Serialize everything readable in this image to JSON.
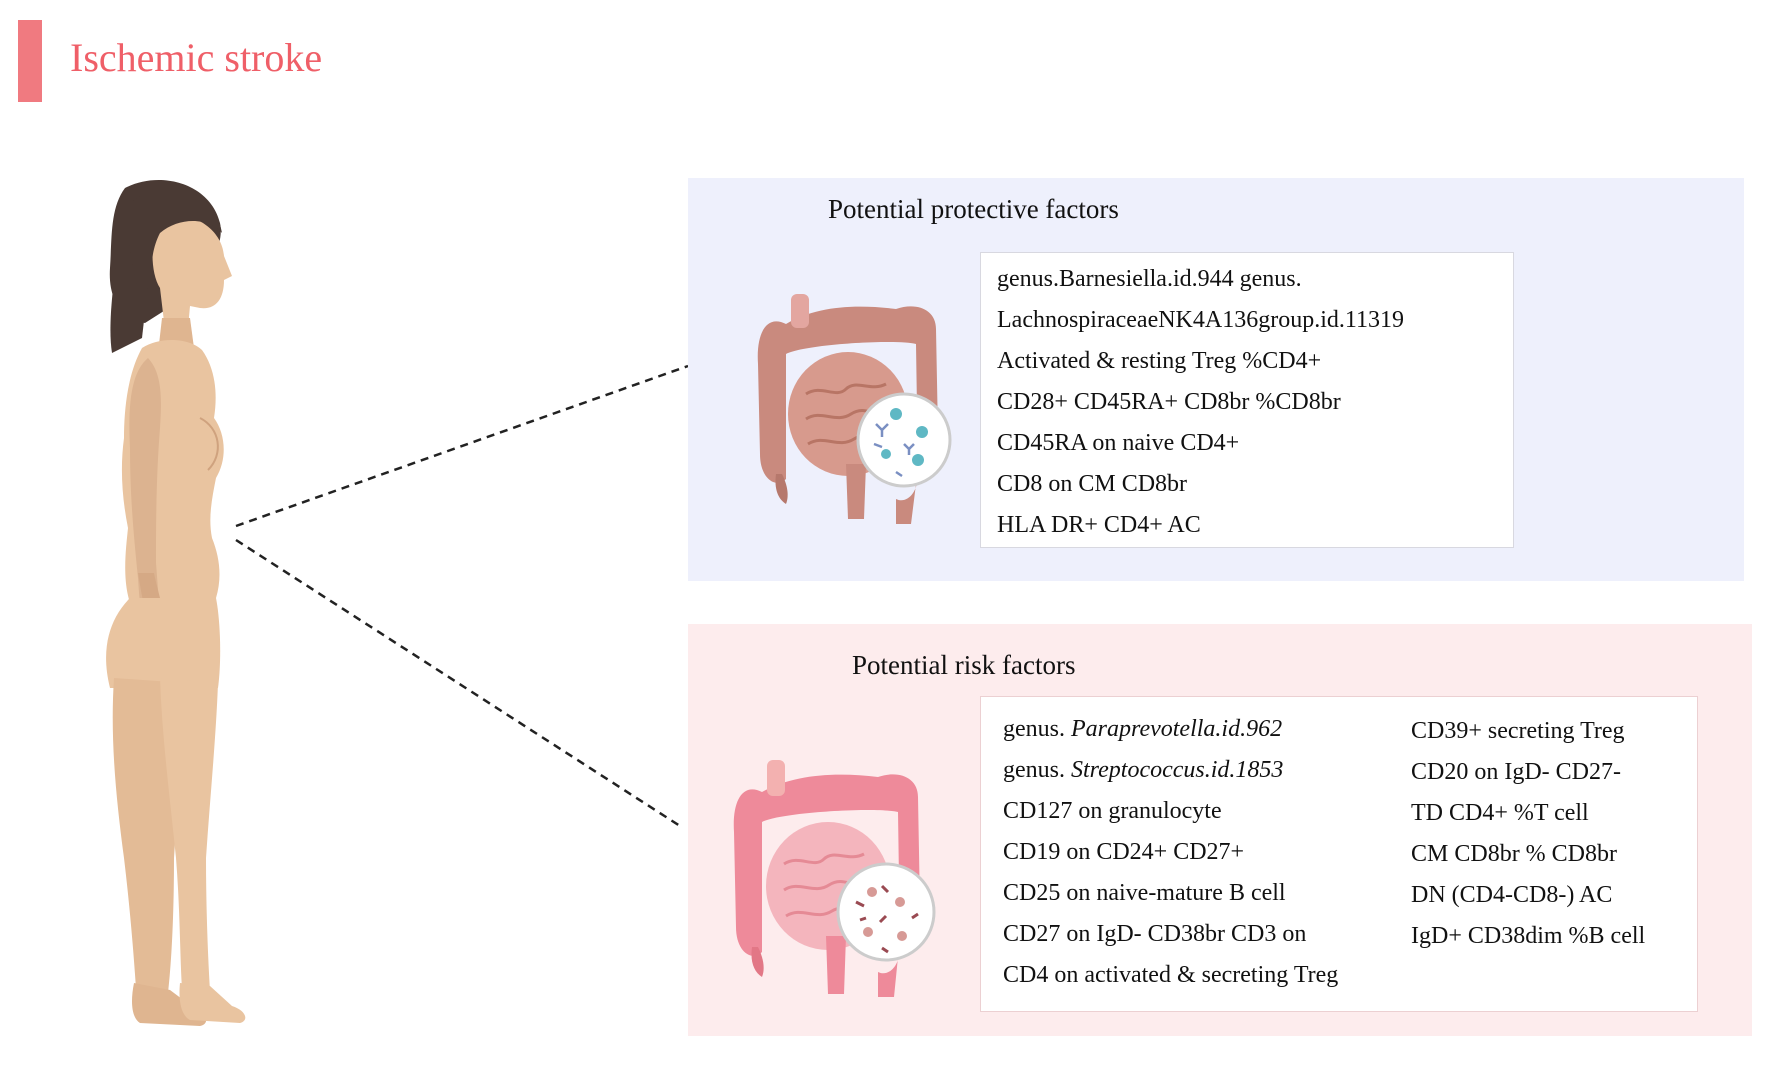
{
  "header": {
    "title": "Ischemic stroke"
  },
  "protective": {
    "title": "Potential protective factors",
    "items": [
      "genus.Barnesiella.id.944  genus.",
      "LachnospiraceaeNK4A136group.id.11319",
      "Activated & resting Treg %CD4+",
      "CD28+ CD45RA+ CD8br %CD8br",
      "CD45RA on naive CD4+",
      "CD8 on CM CD8br",
      "HLA DR+ CD4+ AC"
    ]
  },
  "risk": {
    "title": "Potential risk factors",
    "left": [
      {
        "prefix": "genus. ",
        "name": "Paraprevotella.id.962"
      },
      {
        "prefix": "genus. ",
        "name": "Streptococcus.id.1853"
      },
      {
        "text": "CD127 on granulocyte"
      },
      {
        "text": "CD19 on CD24+ CD27+"
      },
      {
        "text": "CD25 on naive-mature B cell"
      },
      {
        "text": "CD27 on IgD- CD38br CD3 on"
      },
      {
        "text": "CD4 on activated & secreting Treg"
      }
    ],
    "right": [
      "CD39+ secreting Treg",
      "CD20 on IgD- CD27-",
      "TD CD4+ %T cell",
      "CM CD8br % CD8br",
      "DN (CD4-CD8-) AC",
      "IgD+ CD38dim %B cell"
    ]
  },
  "colors": {
    "title": "#ef5f68",
    "protective_bg": "#eef0fc",
    "risk_bg": "#fdeced",
    "skin": "#e9c4a0",
    "hair": "#4a3a34"
  }
}
